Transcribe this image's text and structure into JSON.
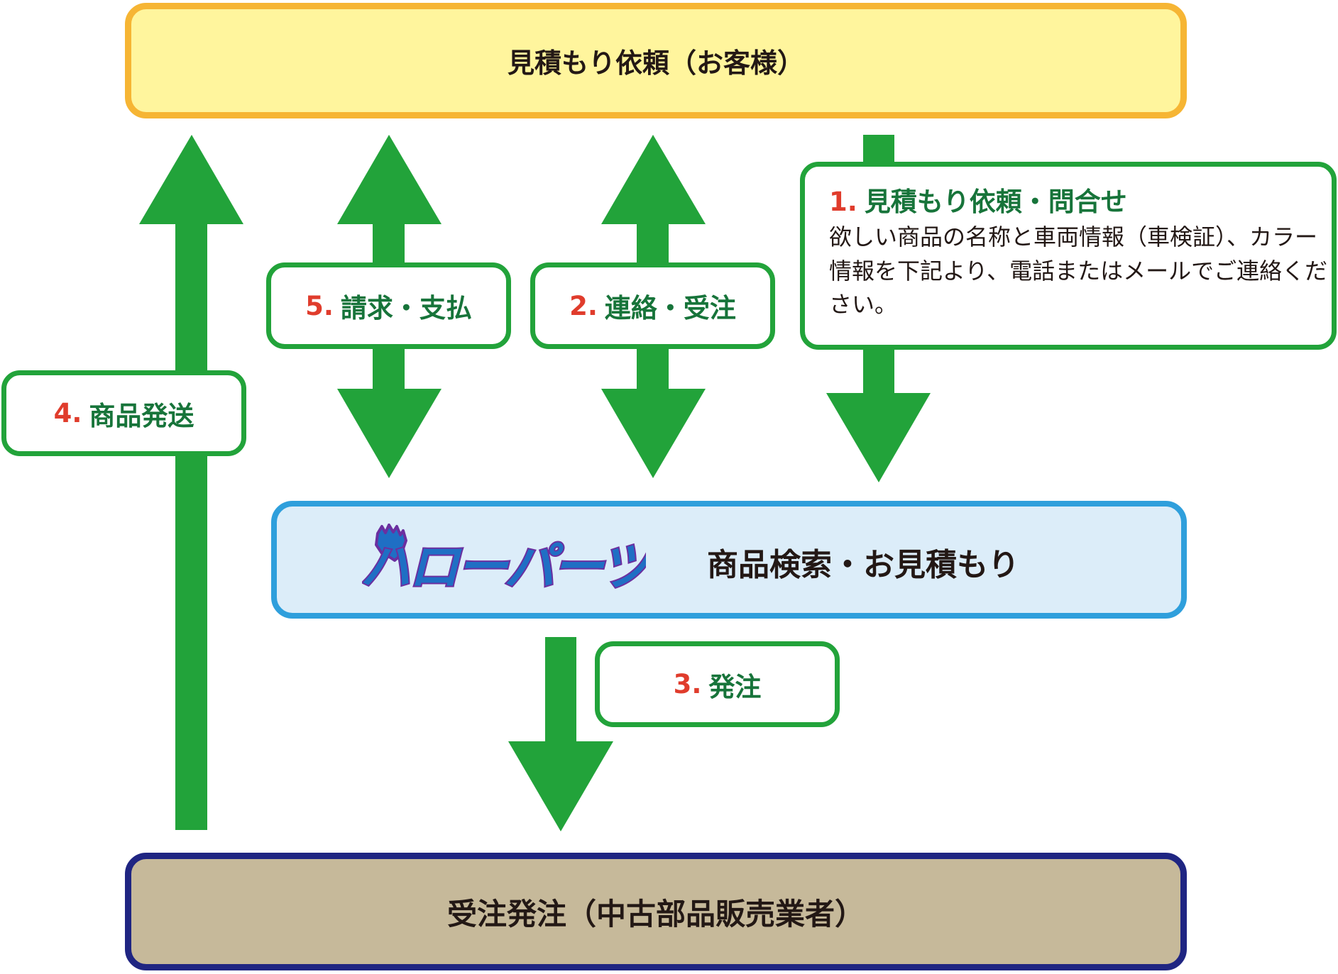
{
  "customer": {
    "label": "見積もり依頼（お客様）"
  },
  "parts": {
    "logo_text": "ハローパーツ",
    "label": "商品検索・お見積もり"
  },
  "supplier": {
    "label": "受注発注",
    "label_paren": "（中古部品販売業者）"
  },
  "steps": [
    {
      "num": "1.",
      "title": "見積もり依頼・問合せ",
      "desc": "欲しい商品の名称と車両情報（車検証）、カラー情報を下記より、電話またはメールでご連絡ください。"
    },
    {
      "num": "2.",
      "title": "連絡・受注"
    },
    {
      "num": "3.",
      "title": "発注"
    },
    {
      "num": "4.",
      "title": "商品発送"
    },
    {
      "num": "5.",
      "title": "請求・支払"
    }
  ],
  "colors": {
    "arrow": "#22a33a",
    "step_number": "#e03c2c",
    "step_title": "#17743a",
    "customer_fill": "#fff59d",
    "customer_border": "#f6b534",
    "parts_fill": "#dcedf9",
    "parts_border": "#2f9fdc",
    "supplier_fill": "#c6b99a",
    "supplier_border": "#1f2582"
  }
}
